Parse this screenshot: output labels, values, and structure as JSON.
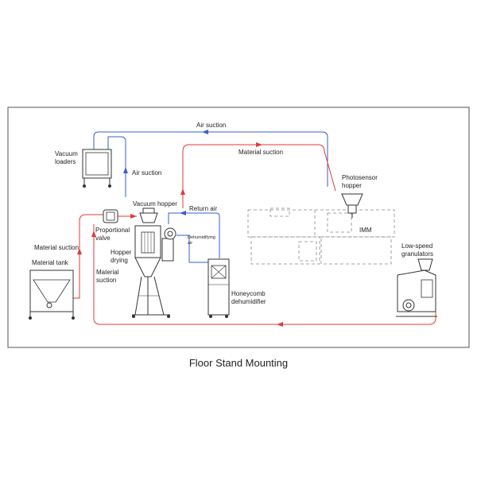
{
  "diagram": {
    "caption": "Floor Stand Mounting",
    "labels": {
      "air_suction_top": "Air suction",
      "material_suction_top": "Material suction",
      "vacuum_loaders_1": "Vacuum",
      "vacuum_loaders_2": "loaders",
      "air_suction_side": "Air suction",
      "photosensor_1": "Photosensor",
      "photosensor_2": "hopper",
      "vacuum_hopper": "Vacuum hopper",
      "return_air": "Return air",
      "proportional_1": "Proportional",
      "proportional_2": "valve",
      "material_suction_left": "Material suction",
      "dehum_air_1": "Dehumidifying",
      "dehum_air_2": "air",
      "hopper_drying_1": "Hopper",
      "hopper_drying_2": "drying",
      "material_tank": "Material tank",
      "material_suction_mid_1": "Material",
      "material_suction_mid_2": "suction",
      "imm": "IMM",
      "low_speed_1": "Low-speed",
      "low_speed_2": "granulators",
      "honeycomb_1": "Honeycomb",
      "honeycomb_2": "dehumidifier"
    },
    "colors": {
      "material_line": "#e03a3a",
      "air_line": "#3a5fc8",
      "frame": "#555555"
    }
  }
}
